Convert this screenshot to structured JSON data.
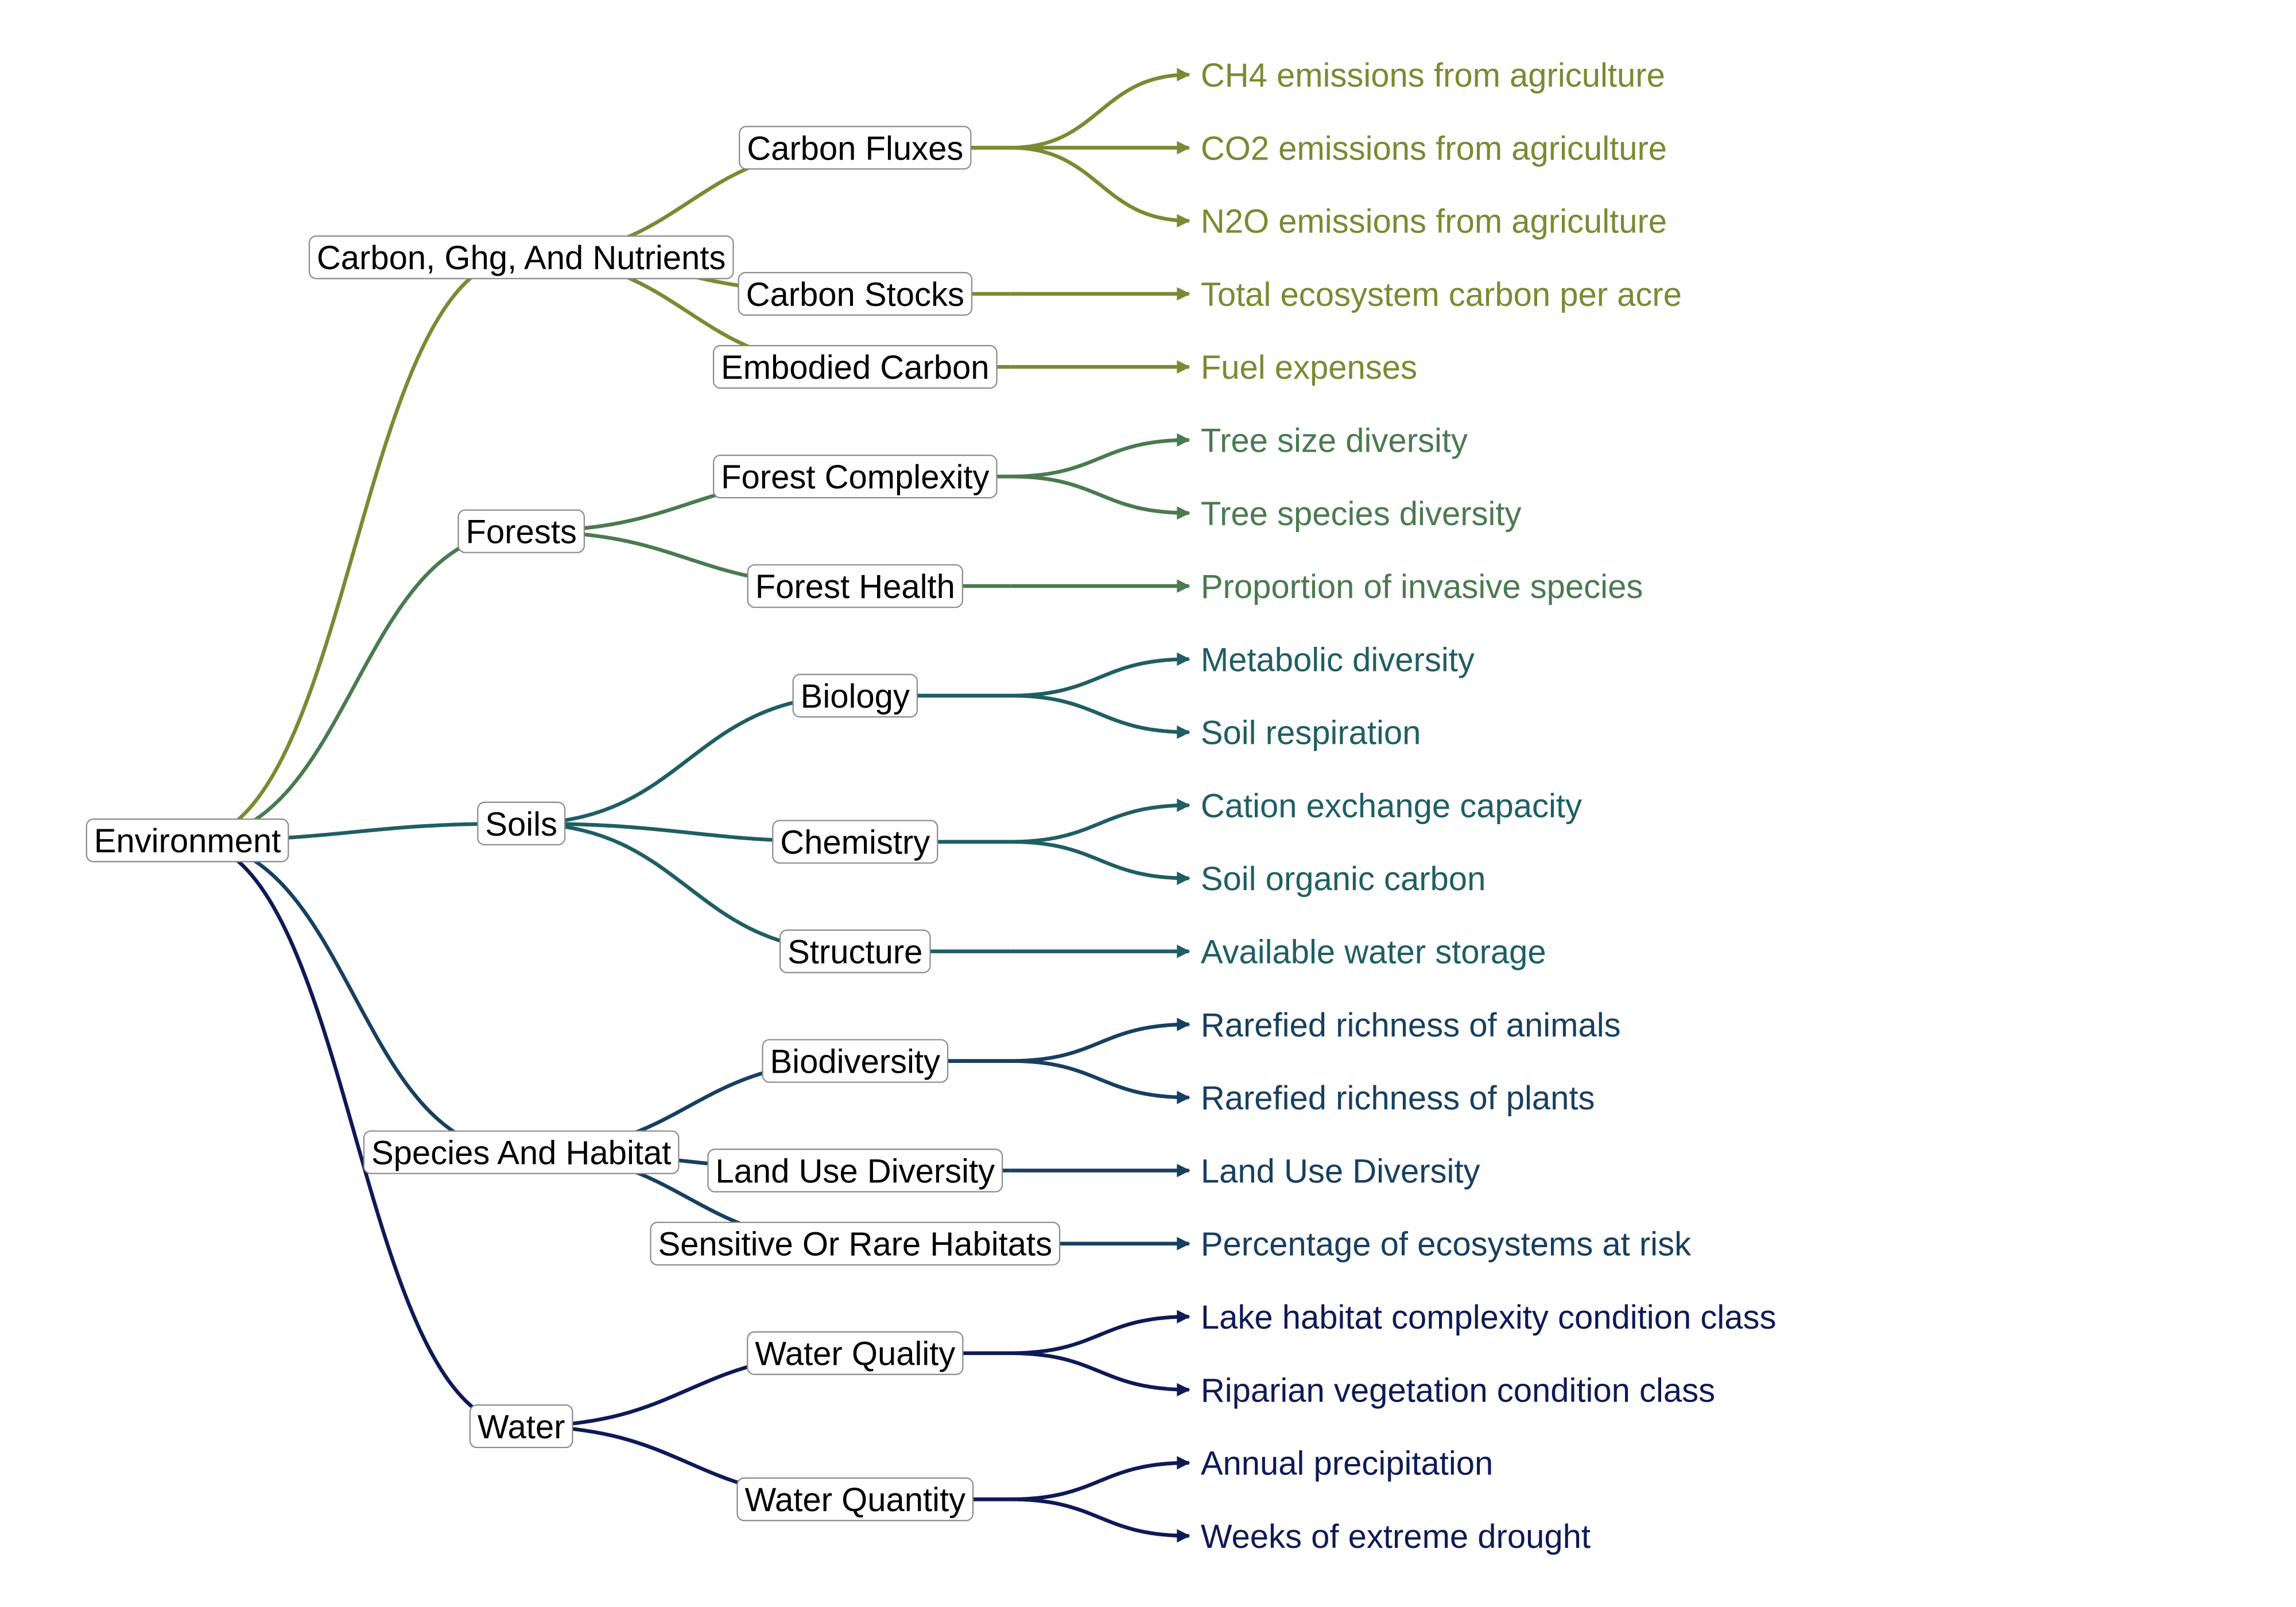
{
  "diagram": {
    "type": "tree",
    "root": "Environment",
    "colors": {
      "carbon": "#7a8a32",
      "forests": "#4a7a50",
      "soils": "#1f5e62",
      "species": "#173f60",
      "water": "#0e1a55"
    },
    "groups": [
      {
        "label": "Carbon, Ghg, And Nutrients",
        "color_key": "carbon",
        "subcategories": [
          {
            "label": "Carbon Fluxes",
            "indicators": [
              "CH4 emissions from agriculture",
              "CO2 emissions from agriculture",
              "N2O emissions from agriculture"
            ]
          },
          {
            "label": "Carbon Stocks",
            "indicators": [
              "Total ecosystem carbon per acre"
            ]
          },
          {
            "label": "Embodied Carbon",
            "indicators": [
              "Fuel expenses"
            ]
          }
        ]
      },
      {
        "label": "Forests",
        "color_key": "forests",
        "subcategories": [
          {
            "label": "Forest Complexity",
            "indicators": [
              "Tree size diversity",
              "Tree species diversity"
            ]
          },
          {
            "label": "Forest Health",
            "indicators": [
              "Proportion of invasive species"
            ]
          }
        ]
      },
      {
        "label": "Soils",
        "color_key": "soils",
        "subcategories": [
          {
            "label": "Biology",
            "indicators": [
              "Metabolic diversity",
              "Soil respiration"
            ]
          },
          {
            "label": "Chemistry",
            "indicators": [
              "Cation exchange capacity",
              "Soil organic carbon"
            ]
          },
          {
            "label": "Structure",
            "indicators": [
              "Available water storage"
            ]
          }
        ]
      },
      {
        "label": "Species And Habitat",
        "color_key": "species",
        "subcategories": [
          {
            "label": "Biodiversity",
            "indicators": [
              "Rarefied richness of animals",
              "Rarefied richness of plants"
            ]
          },
          {
            "label": "Land Use Diversity",
            "indicators": [
              "Land Use Diversity"
            ]
          },
          {
            "label": "Sensitive Or Rare Habitats",
            "indicators": [
              "Percentage of ecosystems at risk"
            ]
          }
        ]
      },
      {
        "label": "Water",
        "color_key": "water",
        "subcategories": [
          {
            "label": "Water Quality",
            "indicators": [
              "Lake habitat complexity condition class",
              "Riparian vegetation condition class"
            ]
          },
          {
            "label": "Water Quantity",
            "indicators": [
              "Annual precipitation",
              "Weeks of extreme drought"
            ]
          }
        ]
      }
    ]
  }
}
